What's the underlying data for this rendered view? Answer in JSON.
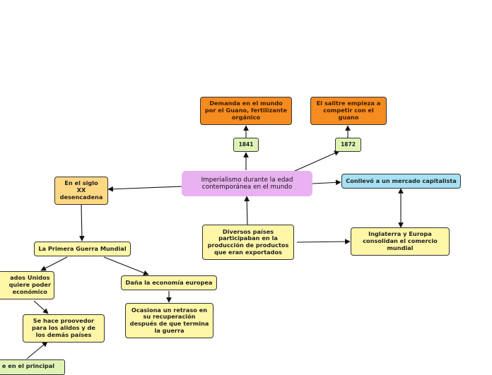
{
  "nodes": {
    "central": "Imperialismo durante la edad\ncontemporánea en el mundo",
    "demanda": "Demanda en el mundo\npor el Guano, fertilizante\norgánico",
    "salitre": "El salitre empieza a\ncompetir con el\nguano",
    "year_1841": "1841",
    "year_1872": "1872",
    "siglo_xx": "En el siglo\nXX\ndesencadena",
    "mercado_capitalista": "Conllevó a un mercado capitalista",
    "diversos_paises": "Diversos países\nparticipaban en la\nproducción de productos\nque eran exportados",
    "inglaterra_europa": "Inglaterra y Europa\nconsolidan el comercio\nmundial",
    "primera_guerra": "La Primera Guerra Mundial",
    "estados_unidos": "ados Unidos\nquiere poder\neconómico",
    "dana_economia": "Daña la economía europea",
    "retraso": "Ocasiona un retraso en\nsu recuperación\ndespués de que termina\nla guerra",
    "proveedor": "Se hace proovedor\npara los alidos y de\nlos demás países",
    "principal": "e en el principal"
  }
}
